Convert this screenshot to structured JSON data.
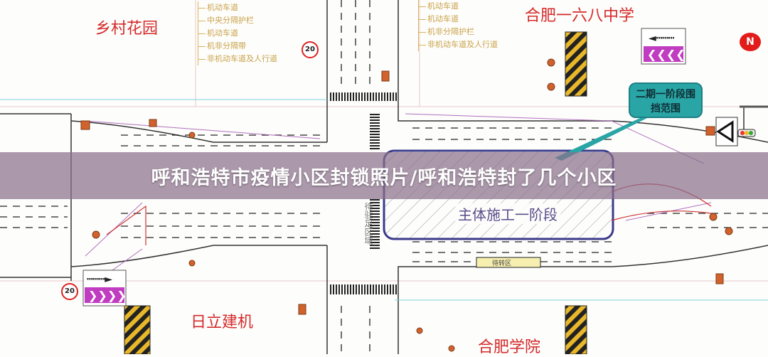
{
  "title": "呼和浩特市疫情小区封锁照片/呼和浩特封了几个小区",
  "places": {
    "top_left": "乡村花园",
    "top_right": "合肥一六八中学",
    "bottom_left": "日立建机",
    "bottom_right": "合肥学院"
  },
  "legend_left": [
    "机动车道",
    "中央分隔护栏",
    "机动车道",
    "机非分隔带",
    "非机动车道及人行道"
  ],
  "legend_right": [
    "机动车道",
    "机动车道",
    "机非分隔护栏",
    "非机动车道及人行道"
  ],
  "callout": {
    "line1": "二期一阶段围",
    "line2": "挡范围"
  },
  "zone_label": "主体施工一阶段",
  "left_zone_label": "待驻足区域",
  "waiting_area": "待转区",
  "speed_limit": "20",
  "compass": "N",
  "colors": {
    "banner": "#8a708c",
    "road_line": "#222222",
    "construction": "#3a3a8a",
    "callout": "#2aa5a5",
    "place_text": "#d42a2a"
  }
}
